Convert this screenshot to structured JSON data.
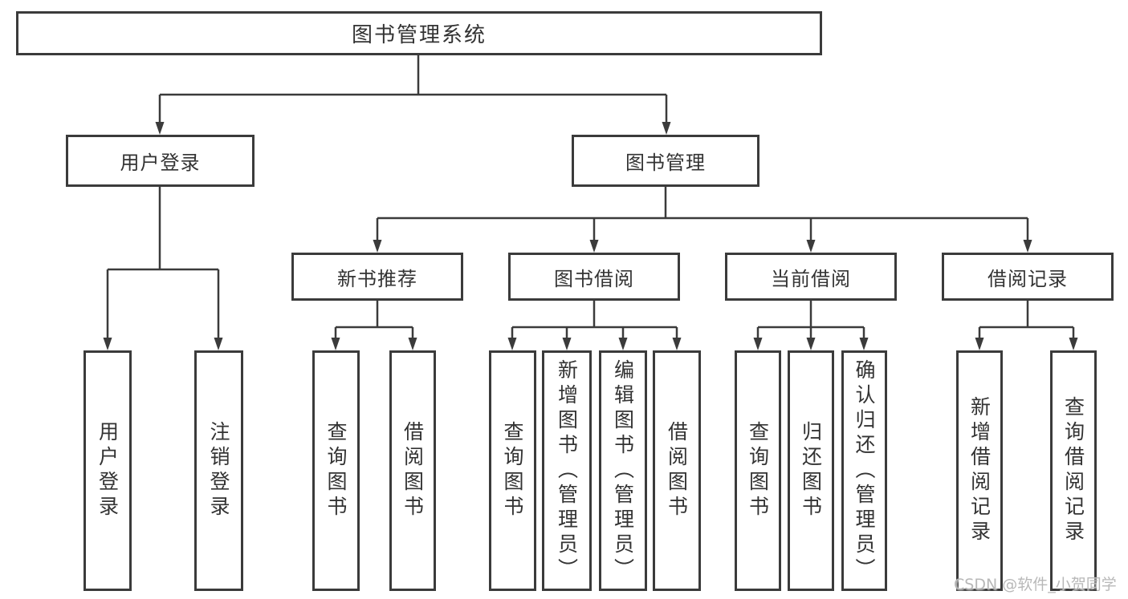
{
  "tree": {
    "root": "图书管理系统",
    "children": [
      {
        "label": "用户登录",
        "children": [
          {
            "label": "用户登录"
          },
          {
            "label": "注销登录"
          }
        ]
      },
      {
        "label": "图书管理",
        "children": [
          {
            "label": "新书推荐",
            "children": [
              {
                "label": "查询图书"
              },
              {
                "label": "借阅图书"
              }
            ]
          },
          {
            "label": "图书借阅",
            "children": [
              {
                "label": "查询图书"
              },
              {
                "label": "新增图书（管理员）"
              },
              {
                "label": "编辑图书（管理员）"
              },
              {
                "label": "借阅图书"
              }
            ]
          },
          {
            "label": "当前借阅",
            "children": [
              {
                "label": "查询图书"
              },
              {
                "label": "归还图书"
              },
              {
                "label": "确认归还（管理员）"
              }
            ]
          },
          {
            "label": "借阅记录",
            "children": [
              {
                "label": "新增借阅记录"
              },
              {
                "label": "查询借阅记录"
              }
            ]
          }
        ]
      }
    ]
  },
  "watermark": {
    "text": "CSDN @软件_小贺同学"
  },
  "colors": {
    "line": "#3b3b3b",
    "text": "#333333",
    "watermark": "#b8b8b8"
  }
}
